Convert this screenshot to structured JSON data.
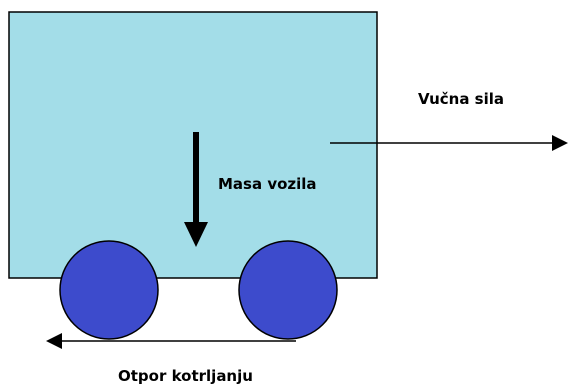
{
  "labels": {
    "traction_force": "Vučna sila",
    "vehicle_mass": "Masa vozila",
    "rolling_resistance": "Otpor kotrljanju"
  },
  "colors": {
    "body_fill": "#a3dde8",
    "wheel_fill": "#3d4bcc",
    "stroke": "#000000",
    "background": "#ffffff"
  }
}
